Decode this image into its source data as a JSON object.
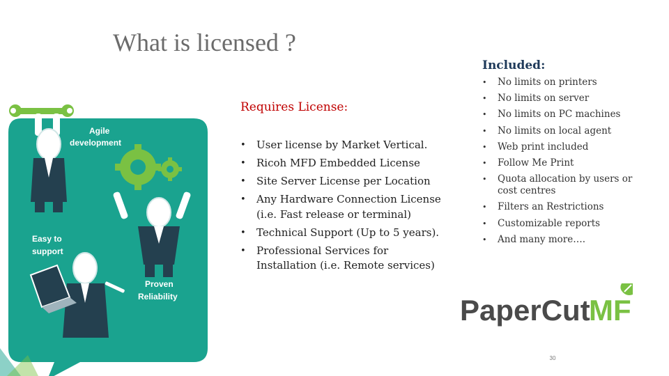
{
  "slide": {
    "title": "What is licensed ?",
    "page_number": "30"
  },
  "illustration": {
    "labels": {
      "agile": [
        "Agile",
        "development"
      ],
      "easy": [
        "Easy to",
        "support"
      ],
      "proven": [
        "Proven",
        "Reliability"
      ]
    },
    "colors": {
      "panel": "#1aa38f",
      "gear": "#7ac143",
      "suit": "#24404f"
    }
  },
  "requires": {
    "heading": "Requires License:",
    "items": [
      "User license by Market Vertical.",
      "Ricoh MFD Embedded License",
      "Site Server License per Location",
      "Any Hardware Connection License (i.e. Fast release or terminal)",
      "Technical Support (Up to 5 years).",
      "Professional Services for Installation (i.e. Remote services)"
    ]
  },
  "included": {
    "heading": "Included:",
    "items": [
      "No limits on printers",
      "No limits on server",
      "No limits on PC machines",
      "No limits on local agent",
      "Web print included",
      "Follow Me Print",
      "Quota allocation by users or cost centres",
      "Filters an Restrictions",
      "Customizable reports",
      "And many more…."
    ]
  },
  "logo": {
    "text_main": "PaperCut",
    "text_accent": "MF",
    "colors": {
      "main": "#4a4a4a",
      "accent": "#7ac143"
    }
  }
}
